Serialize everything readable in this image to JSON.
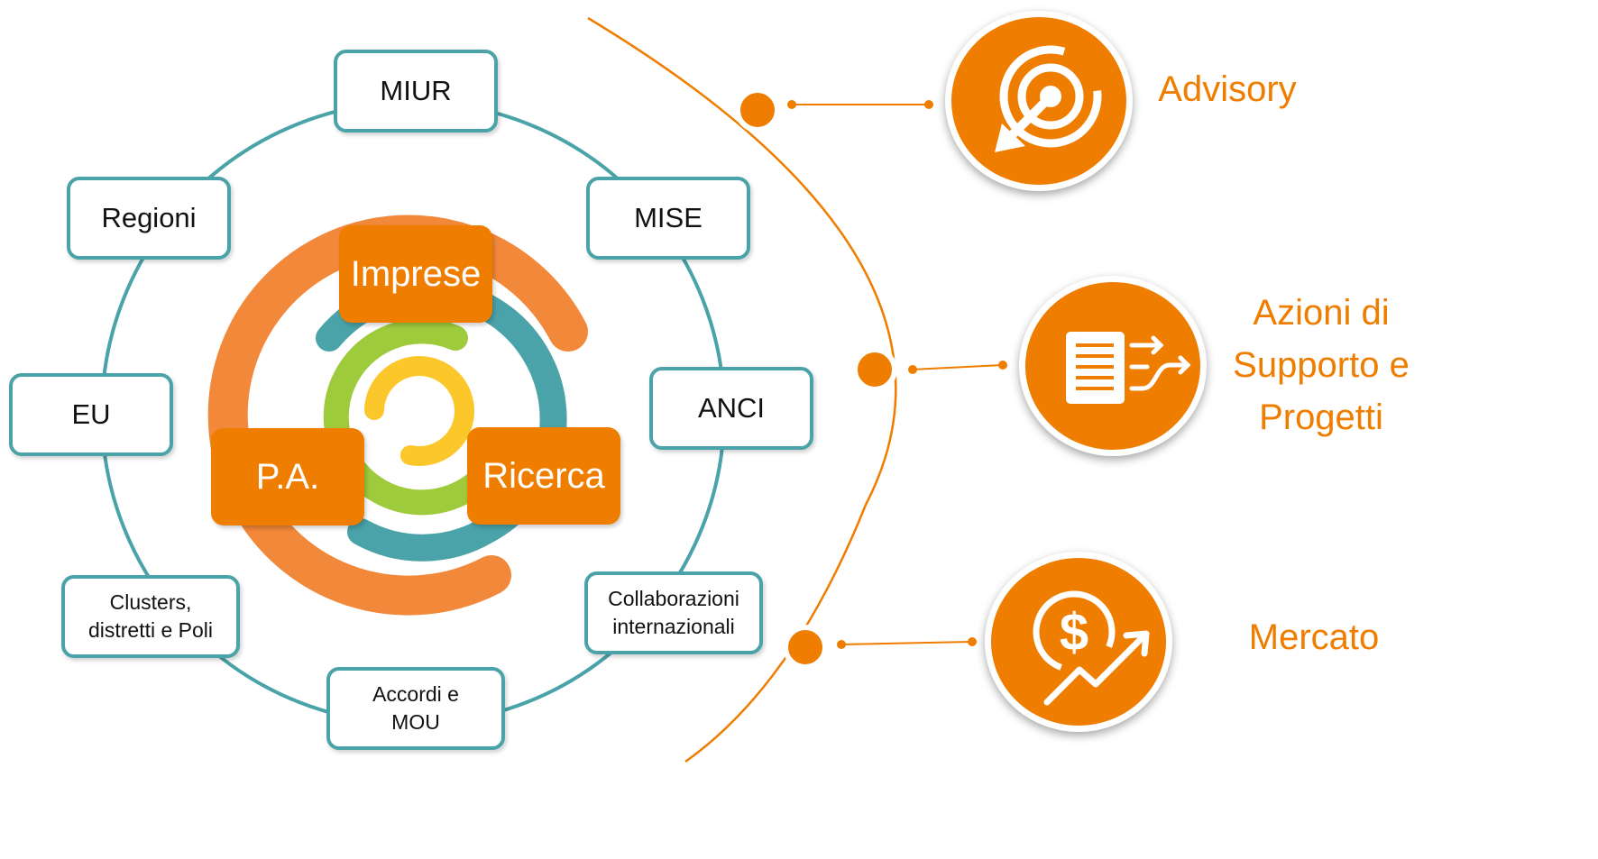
{
  "nodes": {
    "miur": "MIUR",
    "mise": "MISE",
    "anci": "ANCI",
    "collaborazioni": "Collaborazioni internazionali",
    "accordi": "Accordi e MOU",
    "clusters": "Clusters, distretti e Poli",
    "eu": "EU",
    "regioni": "Regioni"
  },
  "core": {
    "imprese": "Imprese",
    "pa": "P.A.",
    "ricerca": "Ricerca"
  },
  "services": [
    {
      "label": "Advisory",
      "icon": "target-icon"
    },
    {
      "label": "Azioni di Supporto e Progetti",
      "icon": "document-flow-icon"
    },
    {
      "label": "Mercato",
      "icon": "dollar-growth-icon"
    }
  ],
  "colors": {
    "accent_orange": "#ee7d00",
    "teal": "#4aa3a8",
    "green": "#9ecb3c",
    "yellow": "#fcc72a",
    "light_orange": "#f2883a"
  }
}
